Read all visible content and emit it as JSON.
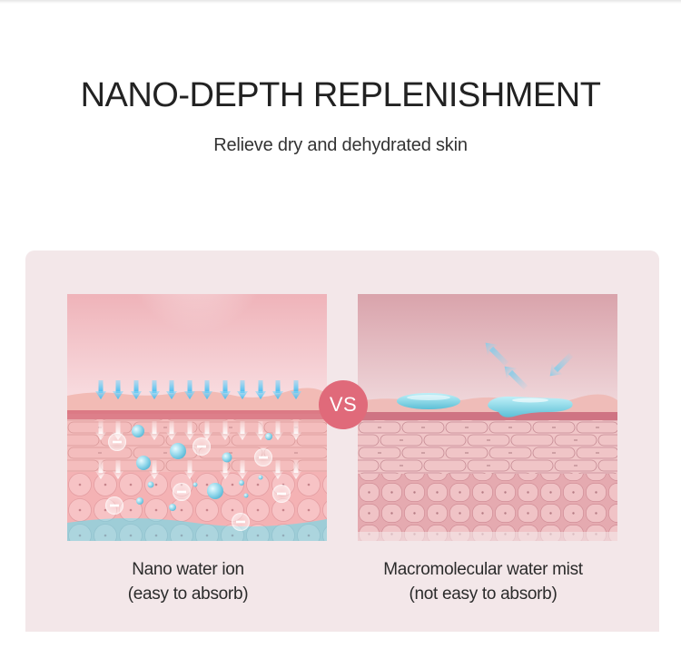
{
  "header": {
    "title": "NANO-DEPTH REPLENISHMENT",
    "subtitle": "Relieve dry and dehydrated skin"
  },
  "comparison": {
    "vs_label": "VS",
    "left": {
      "caption_line1": "Nano water ion",
      "caption_line2": "(easy to absorb)",
      "illustration": "skin-cross-section-nano-ions-penetrating"
    },
    "right": {
      "caption_line1": "Macromolecular water mist",
      "caption_line2": "(not easy to absorb)",
      "illustration": "skin-cross-section-water-droplets-on-surface"
    }
  },
  "colors": {
    "panel_bg": "#f3e7e9",
    "vs_badge": "#e06a7a",
    "water_blue": "#5fc6f0",
    "skin_pink": "#f2b3b6"
  }
}
